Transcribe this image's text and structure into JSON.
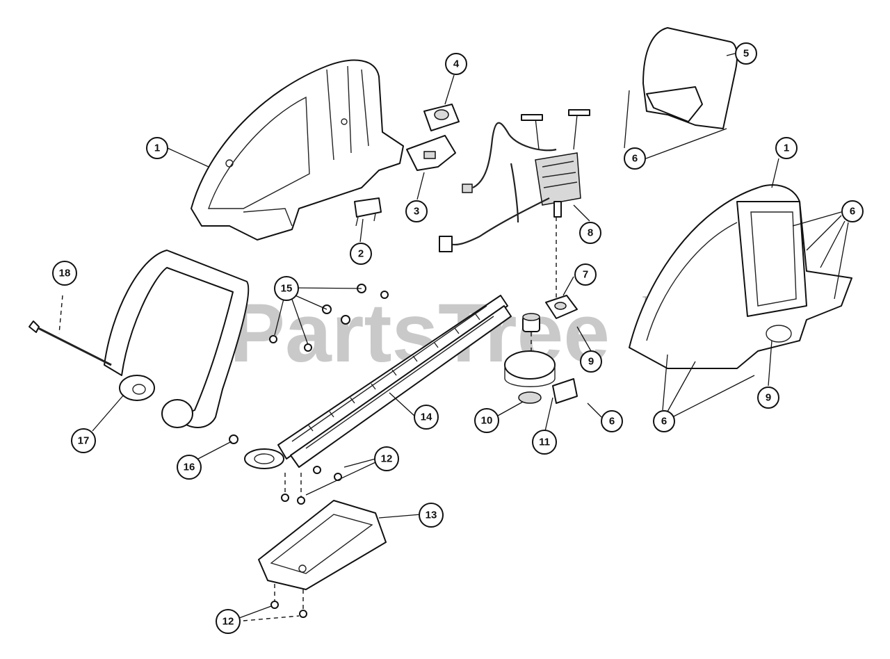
{
  "watermark": {
    "text": "PartsTree",
    "trademark": "TM"
  },
  "callouts": {
    "c1a": "1",
    "c1b": "1",
    "c2": "2",
    "c3": "3",
    "c4": "4",
    "c5": "5",
    "c6a": "6",
    "c6b": "6",
    "c6c": "6",
    "c6d": "6",
    "c7": "7",
    "c8": "8",
    "c9a": "9",
    "c9b": "9",
    "c10": "10",
    "c11": "11",
    "c12a": "12",
    "c12b": "12",
    "c13": "13",
    "c14": "14",
    "c15": "15",
    "c16": "16",
    "c17": "17",
    "c18": "18"
  }
}
